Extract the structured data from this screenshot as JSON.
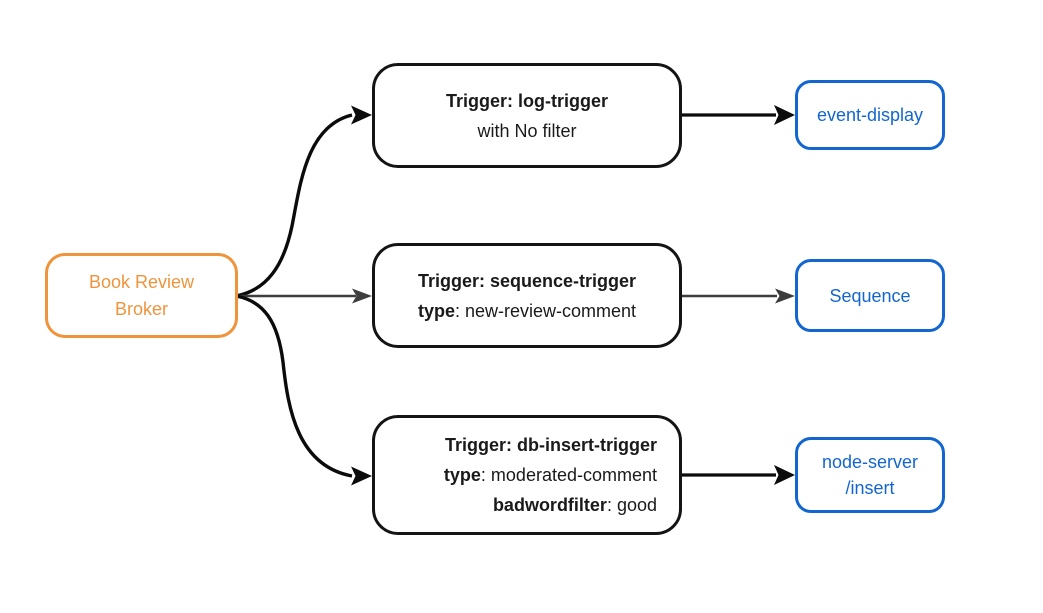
{
  "colors": {
    "background": "#ffffff",
    "broker_accent": "#f0943c",
    "sink_accent": "#1366d0",
    "trigger_border": "#141414",
    "trigger_text": "#1a1a1a",
    "edge_black": "#0b0b0b",
    "edge_gray": "#3d3d3d"
  },
  "broker": {
    "line1": "Book Review",
    "line2": "Broker"
  },
  "triggers": [
    {
      "title": "Trigger: log-trigger",
      "subtitle": "with No filter"
    },
    {
      "title": "Trigger: sequence-trigger",
      "attr_key": "type",
      "attr_value": ": new-review-comment"
    },
    {
      "title": "Trigger: db-insert-trigger",
      "attr_key": "type",
      "attr_value": ": moderated-comment",
      "attr2_key": "badwordfilter",
      "attr2_value": ": good"
    }
  ],
  "sinks": [
    {
      "label": "event-display"
    },
    {
      "label": "Sequence"
    },
    {
      "line1": "node-server",
      "line2": "/insert"
    }
  ]
}
